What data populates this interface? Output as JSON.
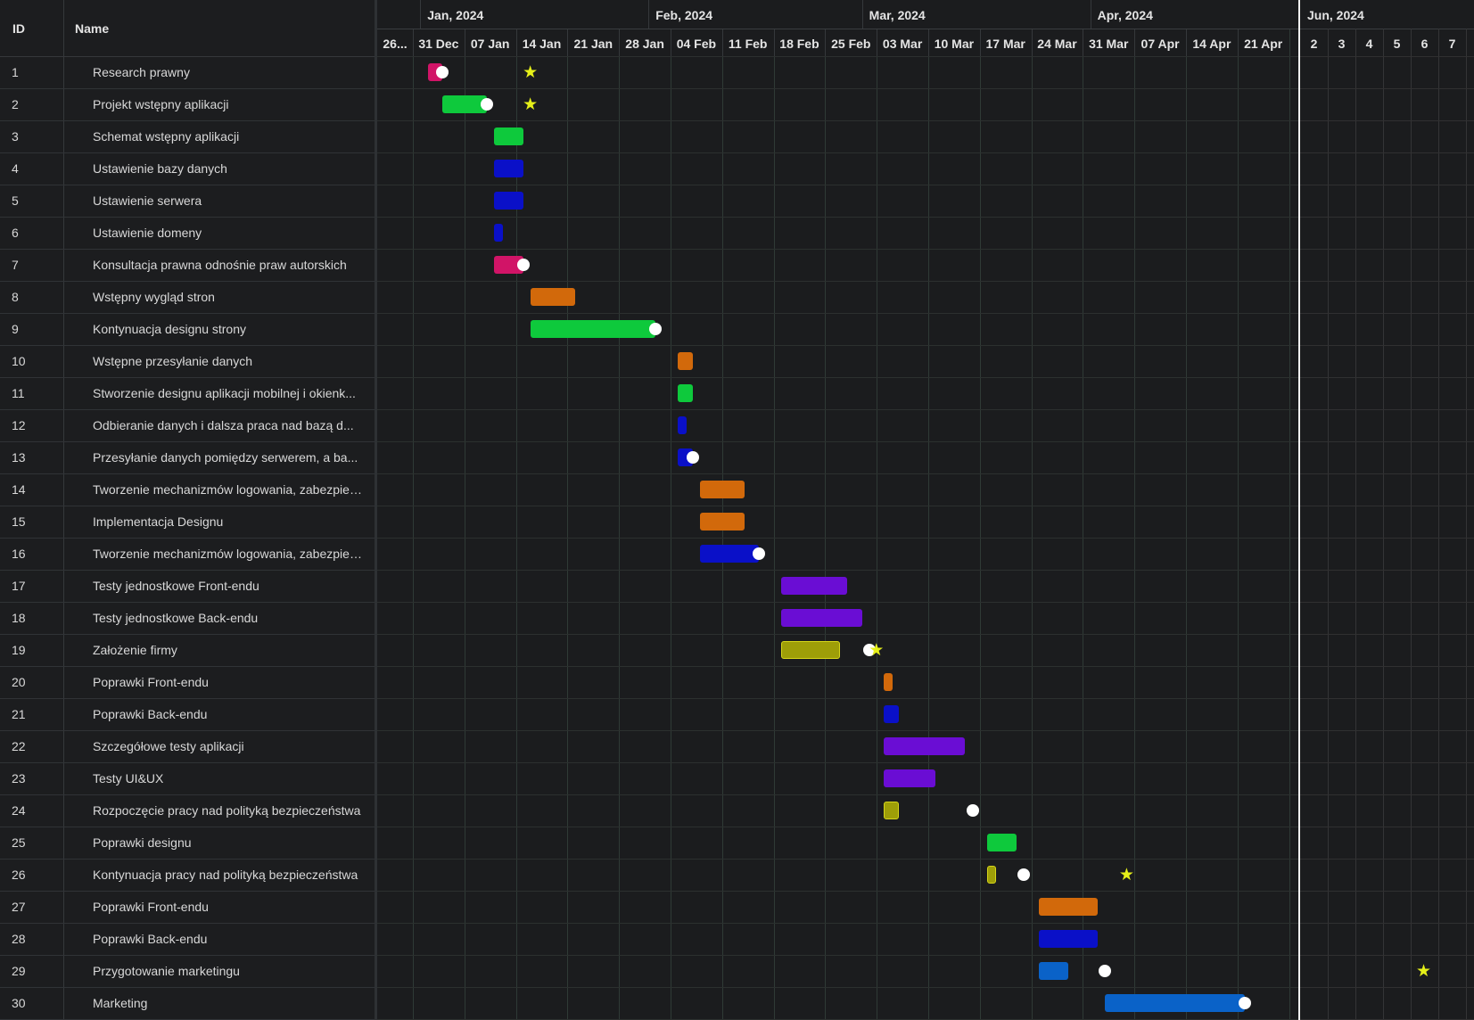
{
  "table": {
    "id_header": "ID",
    "name_header": "Name",
    "rows": [
      {
        "id": "1",
        "name": "Research prawny"
      },
      {
        "id": "2",
        "name": "Projekt wstępny aplikacji"
      },
      {
        "id": "3",
        "name": "Schemat wstępny aplikacji"
      },
      {
        "id": "4",
        "name": "Ustawienie bazy danych"
      },
      {
        "id": "5",
        "name": "Ustawienie serwera"
      },
      {
        "id": "6",
        "name": "Ustawienie domeny"
      },
      {
        "id": "7",
        "name": "Konsultacja prawna odnośnie praw autorskich"
      },
      {
        "id": "8",
        "name": "Wstępny wygląd stron"
      },
      {
        "id": "9",
        "name": "Kontynuacja designu strony"
      },
      {
        "id": "10",
        "name": "Wstępne przesyłanie danych"
      },
      {
        "id": "11",
        "name": "Stworzenie designu aplikacji mobilnej i okienk..."
      },
      {
        "id": "12",
        "name": "Odbieranie danych i dalsza praca nad bazą d..."
      },
      {
        "id": "13",
        "name": "Przesyłanie danych pomiędzy serwerem, a ba..."
      },
      {
        "id": "14",
        "name": "Tworzenie mechanizmów logowania, zabezpiec..."
      },
      {
        "id": "15",
        "name": "Implementacja Designu"
      },
      {
        "id": "16",
        "name": "Tworzenie mechanizmów logowania, zabezpiec..."
      },
      {
        "id": "17",
        "name": "Testy jednostkowe Front-endu"
      },
      {
        "id": "18",
        "name": "Testy jednostkowe Back-endu"
      },
      {
        "id": "19",
        "name": "Założenie firmy"
      },
      {
        "id": "20",
        "name": "Poprawki Front-endu"
      },
      {
        "id": "21",
        "name": "Poprawki Back-endu"
      },
      {
        "id": "22",
        "name": "Szczegółowe testy aplikacji"
      },
      {
        "id": "23",
        "name": "Testy UI&UX"
      },
      {
        "id": "24",
        "name": "Rozpoczęcie pracy nad polityką bezpieczeństwa"
      },
      {
        "id": "25",
        "name": "Poprawki designu"
      },
      {
        "id": "26",
        "name": "Kontynuacja pracy nad polityką bezpieczeństwa"
      },
      {
        "id": "27",
        "name": "Poprawki Front-endu"
      },
      {
        "id": "28",
        "name": "Poprawki Back-endu"
      },
      {
        "id": "29",
        "name": "Przygotowanie marketingu"
      },
      {
        "id": "30",
        "name": "Marketing"
      }
    ]
  },
  "timeline": {
    "months": [
      "Jan, 2024",
      "Feb, 2024",
      "Mar, 2024",
      "Apr, 2024"
    ],
    "weeks": [
      "26...",
      "31 Dec",
      "07 Jan",
      "14 Jan",
      "21 Jan",
      "28 Jan",
      "04 Feb",
      "11 Feb",
      "18 Feb",
      "25 Feb",
      "03 Mar",
      "10 Mar",
      "17 Mar",
      "24 Mar",
      "31 Mar",
      "07 Apr",
      "14 Apr",
      "21 Apr"
    ]
  },
  "right_panel": {
    "month": "Jun, 2024",
    "days": [
      "2",
      "3",
      "4",
      "5",
      "6",
      "7"
    ]
  },
  "colors": {
    "legal_pink": "#d11467",
    "design_green": "#0ec93c",
    "backend_blue": "#0a10c8",
    "frontend_orange": "#d2690b",
    "testing_purple": "#6a0dd4",
    "business_olive": "#9e9e08",
    "marketing_blue": "#0a62c8",
    "dependency_dot": "#ffffff",
    "milestone_star": "#e6f019"
  },
  "tasks": [
    {
      "row": 1,
      "start": "2024-01-02",
      "end": "2024-01-04",
      "color": "legal_pink",
      "dot": true,
      "star": "2024-01-16"
    },
    {
      "row": 2,
      "start": "2024-01-04",
      "end": "2024-01-10",
      "color": "design_green",
      "dot": true,
      "star": "2024-01-16"
    },
    {
      "row": 3,
      "start": "2024-01-11",
      "end": "2024-01-15",
      "color": "design_green"
    },
    {
      "row": 4,
      "start": "2024-01-11",
      "end": "2024-01-15",
      "color": "backend_blue"
    },
    {
      "row": 5,
      "start": "2024-01-11",
      "end": "2024-01-15",
      "color": "backend_blue"
    },
    {
      "row": 6,
      "start": "2024-01-11",
      "end": "2024-01-12",
      "color": "backend_blue"
    },
    {
      "row": 7,
      "start": "2024-01-11",
      "end": "2024-01-15",
      "color": "legal_pink",
      "dot": true
    },
    {
      "row": 8,
      "start": "2024-01-16",
      "end": "2024-01-22",
      "color": "frontend_orange"
    },
    {
      "row": 9,
      "start": "2024-01-16",
      "end": "2024-02-02",
      "color": "design_green",
      "dot": true
    },
    {
      "row": 10,
      "start": "2024-02-05",
      "end": "2024-02-07",
      "color": "frontend_orange"
    },
    {
      "row": 11,
      "start": "2024-02-05",
      "end": "2024-02-07",
      "color": "design_green"
    },
    {
      "row": 12,
      "start": "2024-02-05",
      "end": "2024-02-06",
      "color": "backend_blue"
    },
    {
      "row": 13,
      "start": "2024-02-05",
      "end": "2024-02-07",
      "color": "backend_blue",
      "dot": true
    },
    {
      "row": 14,
      "start": "2024-02-08",
      "end": "2024-02-14",
      "color": "frontend_orange"
    },
    {
      "row": 15,
      "start": "2024-02-08",
      "end": "2024-02-14",
      "color": "frontend_orange"
    },
    {
      "row": 16,
      "start": "2024-02-08",
      "end": "2024-02-16",
      "color": "backend_blue",
      "dot": true
    },
    {
      "row": 17,
      "start": "2024-02-19",
      "end": "2024-02-28",
      "color": "testing_purple"
    },
    {
      "row": 18,
      "start": "2024-02-19",
      "end": "2024-03-01",
      "color": "testing_purple"
    },
    {
      "row": 19,
      "start": "2024-02-19",
      "end": "2024-02-27",
      "color": "business_olive",
      "dot_at": "2024-03-02",
      "star": "2024-03-03"
    },
    {
      "row": 20,
      "start": "2024-03-04",
      "end": "2024-03-05",
      "color": "frontend_orange"
    },
    {
      "row": 21,
      "start": "2024-03-04",
      "end": "2024-03-06",
      "color": "backend_blue"
    },
    {
      "row": 22,
      "start": "2024-03-04",
      "end": "2024-03-15",
      "color": "testing_purple"
    },
    {
      "row": 23,
      "start": "2024-03-04",
      "end": "2024-03-11",
      "color": "testing_purple"
    },
    {
      "row": 24,
      "start": "2024-03-04",
      "end": "2024-03-06",
      "color": "business_olive",
      "dot_at": "2024-03-16"
    },
    {
      "row": 25,
      "start": "2024-03-18",
      "end": "2024-03-22",
      "color": "design_green"
    },
    {
      "row": 26,
      "start": "2024-03-18",
      "end": "2024-03-19",
      "color": "business_olive",
      "dot_at": "2024-03-23",
      "star": "2024-04-06"
    },
    {
      "row": 27,
      "start": "2024-03-25",
      "end": "2024-04-02",
      "color": "frontend_orange"
    },
    {
      "row": 28,
      "start": "2024-03-25",
      "end": "2024-04-02",
      "color": "backend_blue"
    },
    {
      "row": 29,
      "start": "2024-03-25",
      "end": "2024-03-29",
      "color": "marketing_blue",
      "dot_at": "2024-04-03",
      "right_star_day": "6"
    },
    {
      "row": 30,
      "start": "2024-04-03",
      "end": "2024-04-22",
      "color": "marketing_blue",
      "dot": true
    }
  ]
}
